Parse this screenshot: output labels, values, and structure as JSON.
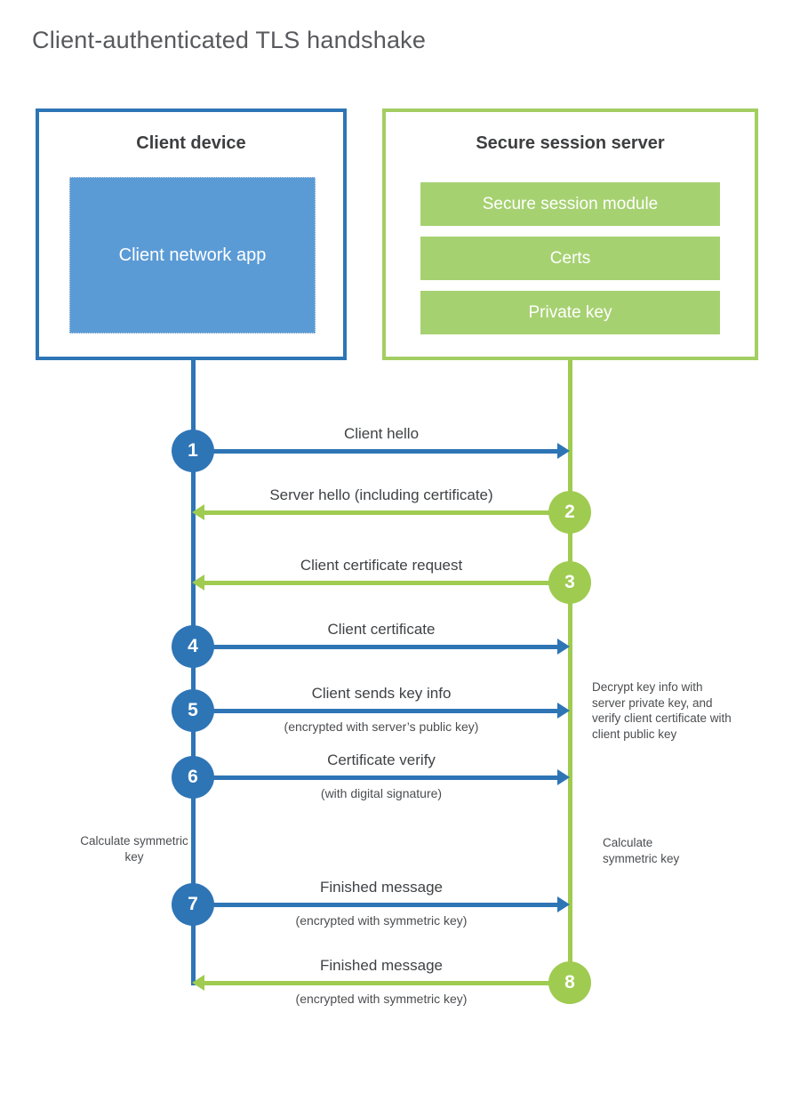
{
  "title": "Client-authenticated TLS handshake",
  "client": {
    "title": "Client device",
    "app_label": "Client network app"
  },
  "server": {
    "title": "Secure session server",
    "modules": [
      "Secure session module",
      "Certs",
      "Private key"
    ]
  },
  "steps": [
    {
      "num": "1",
      "from": "client",
      "label": "Client hello",
      "sub": ""
    },
    {
      "num": "2",
      "from": "server",
      "label": "Server hello (including certificate)",
      "sub": ""
    },
    {
      "num": "3",
      "from": "server",
      "label": "Client certificate request",
      "sub": ""
    },
    {
      "num": "4",
      "from": "client",
      "label": "Client certificate",
      "sub": ""
    },
    {
      "num": "5",
      "from": "client",
      "label": "Client sends key info",
      "sub": "(encrypted with server’s public key)"
    },
    {
      "num": "6",
      "from": "client",
      "label": "Certificate verify",
      "sub": "(with digital signature)"
    },
    {
      "num": "7",
      "from": "client",
      "label": "Finished message",
      "sub": "(encrypted with symmetric key)"
    },
    {
      "num": "8",
      "from": "server",
      "label": "Finished message",
      "sub": "(encrypted with symmetric key)"
    }
  ],
  "notes": {
    "decrypt": "Decrypt key info with server private key, and verify client certificate with client public key",
    "calc_left": "Calculate symmetric key",
    "calc_right": "Calculate symmetric key"
  },
  "colors": {
    "blue": "#2e75b6",
    "light_blue": "#5b9bd5",
    "green": "#9fcb50",
    "green_bar": "#a6d171",
    "green_border": "#a3ce62"
  }
}
